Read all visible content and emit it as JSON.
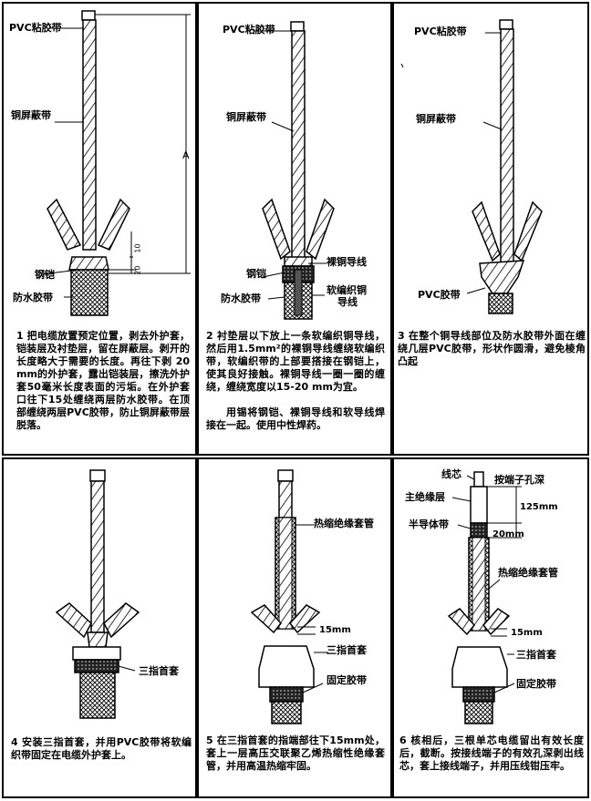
{
  "panels": [
    {
      "labels": {
        "pvc": "PVC粘胶带",
        "cu": "铜屏蔽带",
        "armor": "钢铠",
        "water": "防水胶带",
        "a": "A",
        "d10": "10",
        "d20": "20"
      },
      "caption": "1 把电缆放置预定位置，剥去外护套，铠装层及衬垫层，留在屏蔽层。剥开的长度略大于需要的长度。再往下剥 20 mm的外护套，露出铠装层，擦洗外护套50毫米长度表面的污垢。在外护套口往下15处缠绕两层防水胶带。在顶部缠绕两层PVC胶带，防止铜屏蔽带层脱落。"
    },
    {
      "labels": {
        "pvc": "PVC粘胶带",
        "cu": "铜屏蔽带",
        "bare": "裸铜导线",
        "armor": "钢铠",
        "water": "防水胶带",
        "braid1": "软编织铜",
        "braid2": "导线"
      },
      "caption": "2 衬垫层以下放上一条软编织铜导线，然后用1.5mm²的裸铜导线缠绕软编织带，软编织带的上部要搭接在钢铠上，使其良好接触。裸铜导线一圈一圈的缠绕，缠绕宽度以15-20 mm为宜。",
      "caption2": "用锡将钢铠、裸铜导线和软导线焊接在一起。使用中性焊药。"
    },
    {
      "labels": {
        "pvc": "PVC粘胶带",
        "cu": "铜屏蔽带",
        "pvc2": "PVC胶带"
      },
      "caption": "3 在整个铜导线部位及防水胶带外面在缠绕几层PVC胶带，形状作圆滑，避免棱角凸起"
    },
    {
      "labels": {
        "sleeve": "三指首套"
      },
      "caption": "4 安装三指首套，并用PVC胶带将软编织带固定在电缆外护套上。"
    },
    {
      "labels": {
        "heat": "热缩绝缘套管",
        "d15": "15mm",
        "sleeve": "三指首套",
        "tape": "固定胶带"
      },
      "caption": "5 在三指首套的指端部往下15mm处，套上一层高压交联聚乙烯热缩性绝缘套管，并用高温热缩牢固。"
    },
    {
      "labels": {
        "core": "线芯",
        "depth": "按端子孔深",
        "ins": "主绝缘层",
        "d125": "125mm",
        "semi": "半导体带",
        "d20": "20mm",
        "heat": "热缩绝缘套管",
        "d15": "15mm",
        "sleeve": "三指首套",
        "tape": "固定胶带"
      },
      "caption": "6 核相后，三根单芯电缆留出有效长度后，截断。按接线端子的有效孔深剥出线芯，套上接线端子，并用压线钳压牢。"
    }
  ]
}
